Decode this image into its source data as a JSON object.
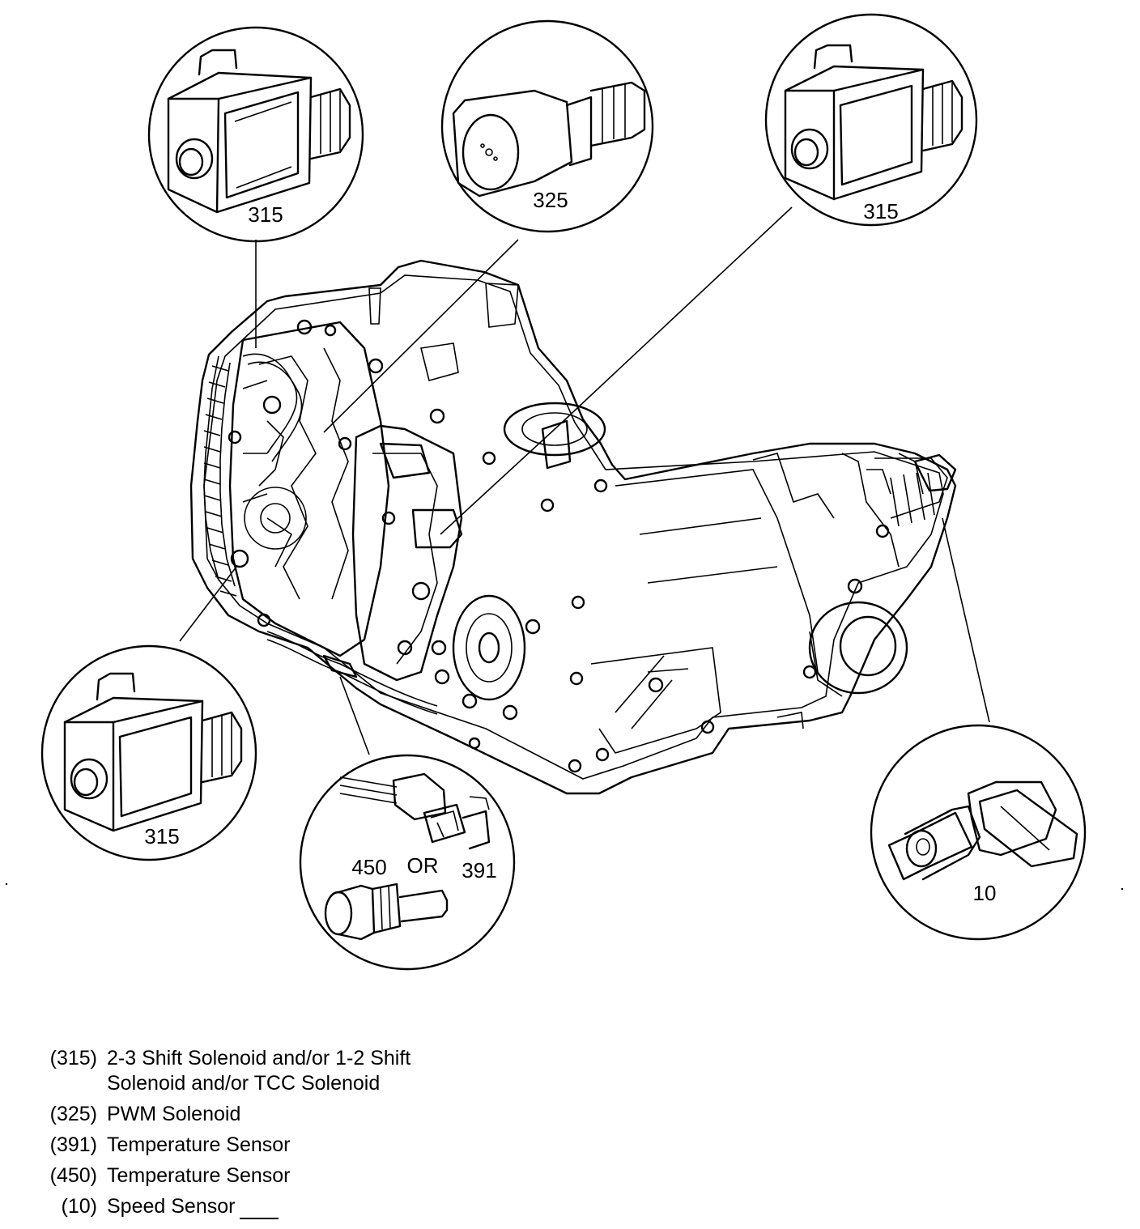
{
  "callouts": {
    "top_left": "315",
    "top_center": "325",
    "top_right": "315",
    "bottom_left": "315",
    "bottom_center_a": "450",
    "bottom_center_or": "OR",
    "bottom_center_b": "391",
    "bottom_right": "10"
  },
  "legend": [
    {
      "num": "(315)",
      "desc": "2-3 Shift Solenoid and/or 1-2 Shift Solenoid and/or TCC Solenoid"
    },
    {
      "num": "(325)",
      "desc": "PWM Solenoid"
    },
    {
      "num": "(391)",
      "desc": "Temperature Sensor"
    },
    {
      "num": "(450)",
      "desc": "Temperature Sensor"
    },
    {
      "num": "(10)",
      "desc": "Speed Sensor"
    }
  ]
}
